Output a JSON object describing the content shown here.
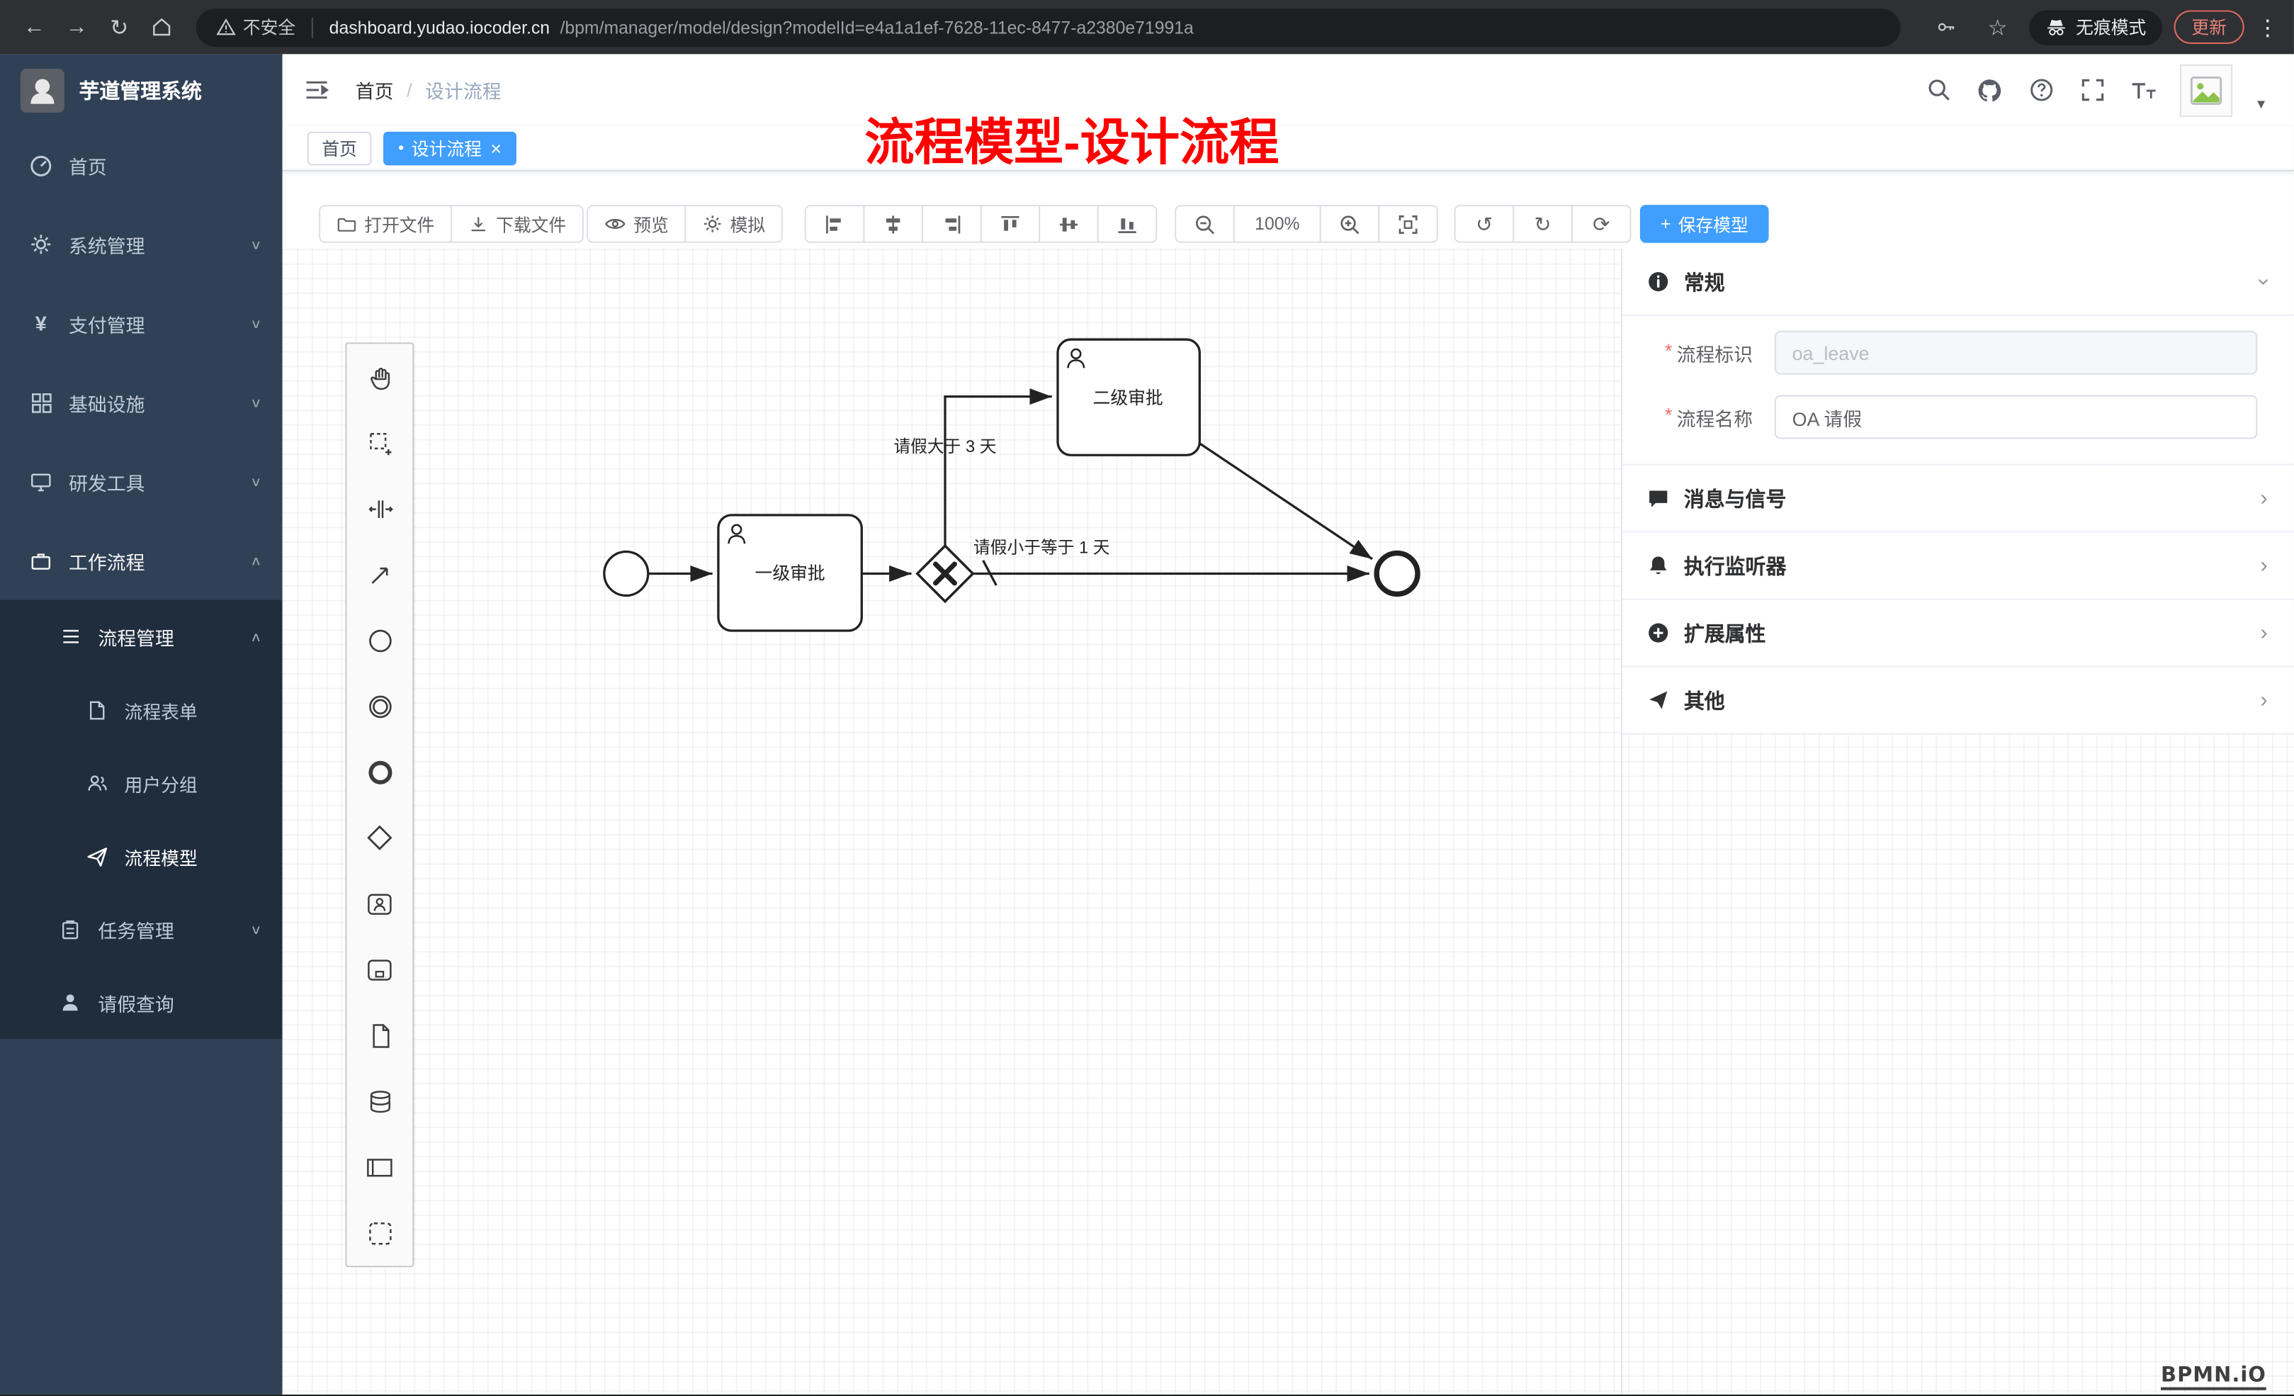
{
  "browser": {
    "back": "←",
    "forward": "→",
    "reload": "↻",
    "menu_dots": "⋮",
    "star": "☆",
    "security": "不安全",
    "url_host": "dashboard.yudao.iocoder.cn",
    "url_path": "/bpm/manager/model/design?modelId=e4a1a1ef-7628-11ec-8477-a2380e71991a",
    "incognito": "无痕模式",
    "update": "更新"
  },
  "sidebar": {
    "app_title": "芋道管理系统",
    "yen": "¥",
    "items": [
      {
        "label": "首页"
      },
      {
        "label": "系统管理"
      },
      {
        "label": "支付管理"
      },
      {
        "label": "基础设施"
      },
      {
        "label": "研发工具"
      },
      {
        "label": "工作流程"
      }
    ],
    "submenu": {
      "group1": {
        "label": "流程管理"
      },
      "group1_children": [
        {
          "label": "流程表单"
        },
        {
          "label": "用户分组"
        },
        {
          "label": "流程模型"
        }
      ],
      "group2": {
        "label": "任务管理"
      },
      "item_leave": {
        "label": "请假查询"
      }
    },
    "chevron_down": "∨",
    "chevron_up": "∧"
  },
  "header": {
    "breadcrumb": [
      {
        "label": "首页"
      },
      {
        "label": "设计流程"
      }
    ],
    "separator": "/"
  },
  "annotation": "流程模型-设计流程",
  "tabs": [
    {
      "label": "首页"
    },
    {
      "label": "设计流程",
      "dot": "●",
      "close": "×"
    }
  ],
  "toolbar": {
    "open_file": "打开文件",
    "download_file": "下载文件",
    "preview": "预览",
    "simulate": "模拟",
    "zoom_level": "100%",
    "undo": "↺",
    "redo": "↻",
    "refresh": "⟳",
    "save_plus": "+",
    "save_model": "保存模型"
  },
  "diagram": {
    "task1_label": "一级审批",
    "task2_label": "二级审批",
    "flow_label_gt": "请假大于 3 天",
    "flow_label_le": "请假小于等于 1 天",
    "watermark": "BPMN.iO"
  },
  "properties": {
    "general_title": "常规",
    "required_mark": "*",
    "key_label": "流程标识",
    "key_value": "oa_leave",
    "name_label": "流程名称",
    "name_value": "OA 请假",
    "sections": [
      {
        "title": "消息与信号"
      },
      {
        "title": "执行监听器"
      },
      {
        "title": "扩展属性"
      },
      {
        "title": "其他"
      }
    ],
    "chevron": "›"
  }
}
